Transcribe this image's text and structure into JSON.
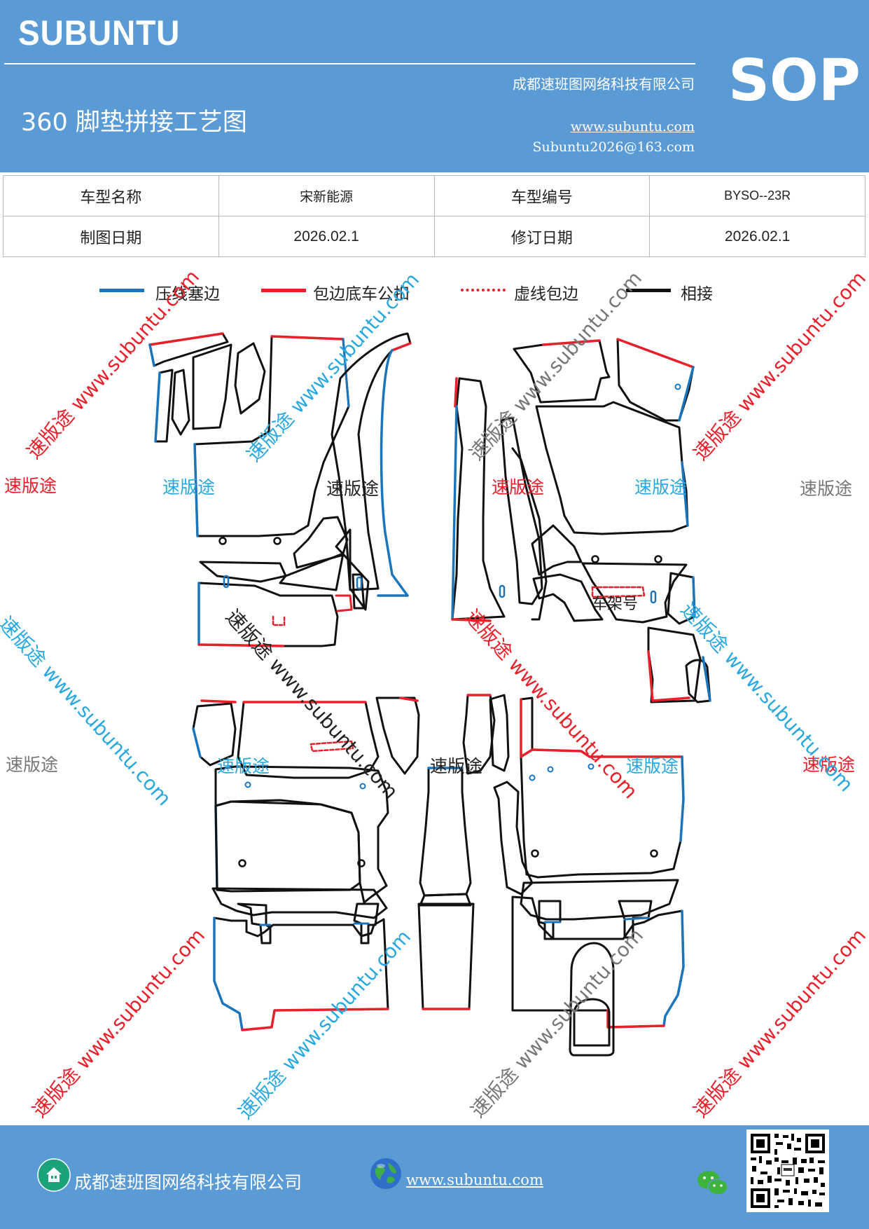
{
  "header": {
    "brand": "SUBUNTU",
    "company": "成都速班图网络科技有限公司",
    "title": "360 脚垫拼接工艺图",
    "website": "www.subuntu.com",
    "email": "Subuntu2026@163.com",
    "badge": "SOP",
    "background_color": "#5b9bd5"
  },
  "info_table": {
    "rows": [
      {
        "label1": "车型名称",
        "value1": "宋新能源",
        "label2": "车型编号",
        "value2": "BYSO--23R"
      },
      {
        "label1": "制图日期",
        "value1": "2026.02.1",
        "label2": "修订日期",
        "value2": "2026.02.1"
      }
    ]
  },
  "legend": [
    {
      "label": "压线塞边",
      "color": "#1b75bc",
      "style": "solid"
    },
    {
      "label": "包边底车公扣",
      "color": "#e8202a",
      "style": "solid"
    },
    {
      "label": "虚线包边",
      "color": "#e8202a",
      "style": "dashed"
    },
    {
      "label": "相接",
      "color": "#111111",
      "style": "solid"
    }
  ],
  "diagram": {
    "vin_label": "车架号",
    "watermark_cn": "速版途",
    "watermark_long": "速版途 www.subuntu.com",
    "watermark_url": "www.subuntu.com"
  },
  "footer": {
    "company": "成都速班图网络科技有限公司",
    "website": "www.subuntu.com",
    "icons": [
      "home-icon",
      "globe-icon",
      "wechat-icon",
      "qr-code-icon"
    ]
  }
}
